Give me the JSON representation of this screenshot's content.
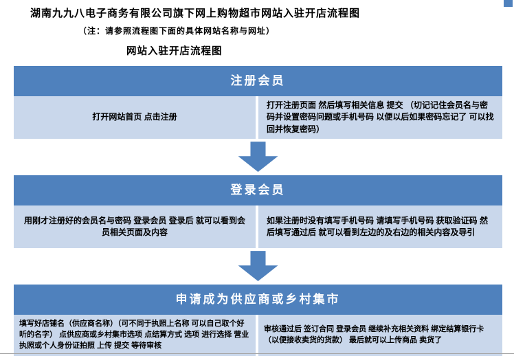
{
  "page": {
    "title": "湖南九九八电子商务有限公司旗下网上购物超市网站入驻开店流程图",
    "note": "（注：请参照流程图下面的具体网站名称与网址）",
    "subtitle": "网站入驻开店流程图"
  },
  "colors": {
    "header_blue": "#4f81bd",
    "cell_light_blue": "#c9d7eb",
    "arrow_blue": "#4f81bd",
    "text": "#000000"
  },
  "steps": [
    {
      "header": "注册会员",
      "left": "打开网站首页 点击注册",
      "right": "打开注册页面 然后填写相关信息 提交 （切记记住会员名与密码并设置密码问题或手机号码 以便以后如果密码忘记了 可以找回并恢复密码）"
    },
    {
      "header": "登录会员",
      "left": "用刚才注册好的会员名与密码 登录会员 登录后 就可以看到会员相关页面及内容",
      "right": "如果注册时没有填写手机号码 请填写手机号码 获取验证码 然后填写通过后 就可以看到左边的及右边的相关内容及导引"
    },
    {
      "header": "申请成为供应商或乡村集市",
      "left": "填写好店铺名（供应商名称）（可不同于执照上名称 可以自己取个好听的名字） 点供应商或乡村集市选项 点结算方式 选项 进行选择 营业执照或个人身份证拍照 上传 提交 等待审核",
      "right": "审核通过后 签订合同 登录会员 继续补充相关资料 绑定结算银行卡（以便接收卖货的货款） 最后就可以上传商品 卖货了"
    }
  ]
}
